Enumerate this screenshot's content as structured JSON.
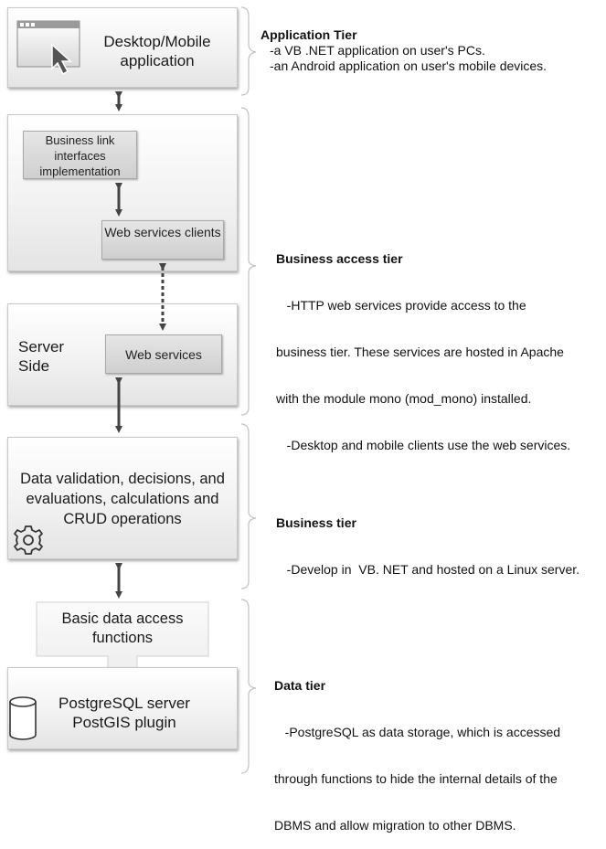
{
  "tiers": {
    "application": {
      "box_label": "Desktop/Mobile application",
      "title": "Application Tier",
      "lines": [
        "-a VB .NET application on user's PCs.",
        "-an Android application on user's mobile devices."
      ]
    },
    "business_access": {
      "inner_box": "Business link interfaces implementation",
      "clients_box": "Web services clients",
      "title": "Business access tier",
      "lines": [
        "   -HTTP web services provide access to the",
        "business tier. These services are hosted in Apache",
        "with the module mono (mod_mono) installed.",
        "   -Desktop and mobile clients use the web services."
      ]
    },
    "server": {
      "side_label": "Server Side",
      "web_services_box": "Web services"
    },
    "business": {
      "box_label": "Data validation, decisions, and evaluations, calculations and CRUD operations",
      "title": "Business tier",
      "lines": [
        "   -Develop in  VB. NET and hosted on a Linux server."
      ]
    },
    "data": {
      "access_box": "Basic data access functions",
      "db_box": "PostgreSQL server PostGIS plugin",
      "title": "Data tier",
      "lines": [
        "   -PostgreSQL as data storage, which is accessed",
        "through functions to hide the internal details of the",
        "DBMS and allow migration to other DBMS."
      ]
    }
  },
  "icons": {
    "app": "window-cursor-icon",
    "gear": "gear-icon",
    "db": "database-cylinder-icon"
  },
  "colors": {
    "connector": "#444444",
    "box_border": "#c8c8c8",
    "gray_box": "#d4d4d4"
  }
}
